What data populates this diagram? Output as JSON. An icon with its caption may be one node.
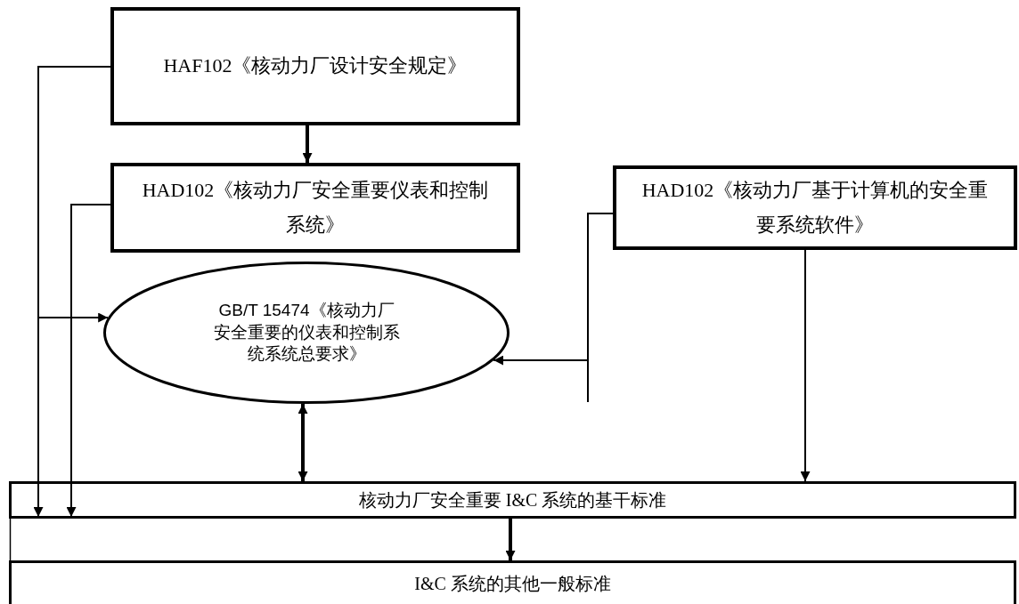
{
  "diagram": {
    "nodes": [
      {
        "text": [
          "HAF102《核动力厂设计安全规定》"
        ]
      },
      {
        "text": [
          "HAD102《核动力厂安全重要仪表和控制系统》"
        ]
      },
      {
        "text": [
          "HAD102《核动力厂基于计算机的安全重要系统软件》"
        ]
      },
      {
        "text": [
          "GB/T 15474《核动力厂安全重要的仪表和控制系统系统总要求》"
        ]
      },
      {
        "text": [
          "核动力厂安全重要 I&C 系统的基干标准"
        ]
      },
      {
        "text": [
          "I&C 系统的其他一般标准"
        ]
      }
    ],
    "edges": [
      {
        "from": 0,
        "to": 1,
        "arrow": "to",
        "style": "thick"
      },
      {
        "from": 0,
        "to": 4,
        "arrow": "to"
      },
      {
        "from": 0,
        "to": 3,
        "arrow": "to"
      },
      {
        "from": 1,
        "to": 4,
        "arrow": "to"
      },
      {
        "from": 2,
        "to": 3,
        "arrow": "to"
      },
      {
        "from": 2,
        "to": 4,
        "arrow": "to"
      },
      {
        "from": 3,
        "to": 4,
        "arrow": "both",
        "style": "thick"
      },
      {
        "from": 4,
        "to": 5,
        "arrow": "to",
        "style": "thick"
      }
    ]
  }
}
